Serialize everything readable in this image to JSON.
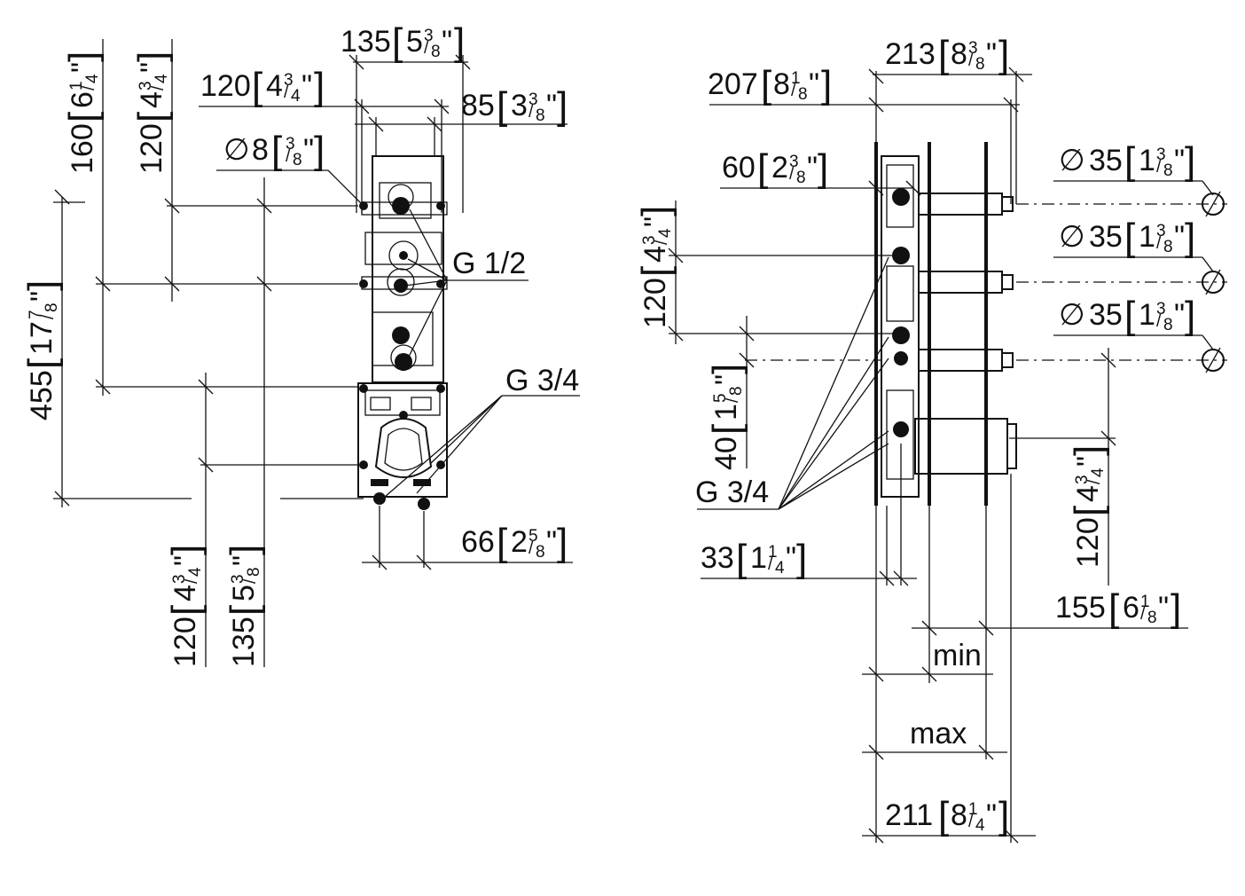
{
  "front_view": {
    "width_135": {
      "mm": "135",
      "inch": "5",
      "num": "3",
      "den": "8",
      "q": "\""
    },
    "width_120": {
      "mm": "120",
      "inch": "4",
      "num": "3",
      "den": "4",
      "q": "\""
    },
    "width_85": {
      "mm": "85",
      "inch": "3",
      "num": "3",
      "den": "8",
      "q": "\""
    },
    "diameter_8": {
      "sym": "∅",
      "mm": "8",
      "inch": "",
      "num": "3",
      "den": "8",
      "q": "\""
    },
    "height_160": {
      "mm": "160",
      "inch": "6",
      "num": "1",
      "den": "4",
      "q": "\""
    },
    "height_120_top": {
      "mm": "120",
      "inch": "4",
      "num": "3",
      "den": "4",
      "q": "\""
    },
    "height_455": {
      "mm": "455",
      "inch": "17",
      "num": "7",
      "den": "8",
      "q": "\""
    },
    "height_120_bottom": {
      "mm": "120",
      "inch": "4",
      "num": "3",
      "den": "4",
      "q": "\""
    },
    "height_135_bottom": {
      "mm": "135",
      "inch": "5",
      "num": "3",
      "den": "8",
      "q": "\""
    },
    "width_66": {
      "mm": "66",
      "inch": "2",
      "num": "5",
      "den": "8",
      "q": "\""
    },
    "thread_upper": "G 1/2",
    "thread_lower": "G 3/4"
  },
  "side_view": {
    "depth_213": {
      "mm": "213",
      "inch": "8",
      "num": "3",
      "den": "8",
      "q": "\""
    },
    "depth_207": {
      "mm": "207",
      "inch": "8",
      "num": "1",
      "den": "8",
      "q": "\""
    },
    "offset_60": {
      "mm": "60",
      "inch": "2",
      "num": "3",
      "den": "8",
      "q": "\""
    },
    "diameter_35_a": {
      "sym": "∅",
      "mm": "35",
      "inch": "1",
      "num": "3",
      "den": "8",
      "q": "\""
    },
    "diameter_35_b": {
      "sym": "∅",
      "mm": "35",
      "inch": "1",
      "num": "3",
      "den": "8",
      "q": "\""
    },
    "diameter_35_c": {
      "sym": "∅",
      "mm": "35",
      "inch": "1",
      "num": "3",
      "den": "8",
      "q": "\""
    },
    "height_120_left": {
      "mm": "120",
      "inch": "4",
      "num": "3",
      "den": "4",
      "q": "\""
    },
    "height_40": {
      "mm": "40",
      "inch": "1",
      "num": "5",
      "den": "8",
      "q": "\""
    },
    "height_120_right": {
      "mm": "120",
      "inch": "4",
      "num": "3",
      "den": "4",
      "q": "\""
    },
    "thread": "G 3/4",
    "depth_33": {
      "mm": "33",
      "inch": "1",
      "num": "1",
      "den": "4",
      "q": "\""
    },
    "depth_155": {
      "mm": "155",
      "inch": "6",
      "num": "1",
      "den": "8",
      "q": "\""
    },
    "min_label": "min",
    "max_label": "max",
    "depth_211": {
      "mm": "211",
      "inch": "8",
      "num": "1",
      "den": "4",
      "q": "\""
    }
  }
}
